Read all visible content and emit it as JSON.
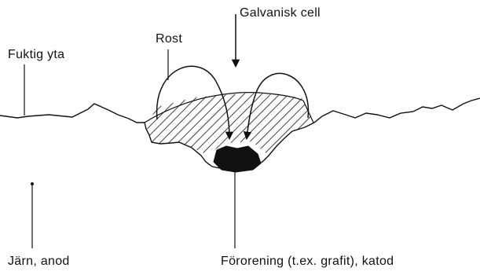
{
  "labels": {
    "galvanic_cell": "Galvanisk cell",
    "wet_surface": "Fuktig yta",
    "rust": "Rost",
    "iron_anode": "Järn, anod",
    "impurity_cathode": "Förorening (t.ex. grafit), katod"
  },
  "colors": {
    "ink": "#111111",
    "background": "#ffffff"
  }
}
